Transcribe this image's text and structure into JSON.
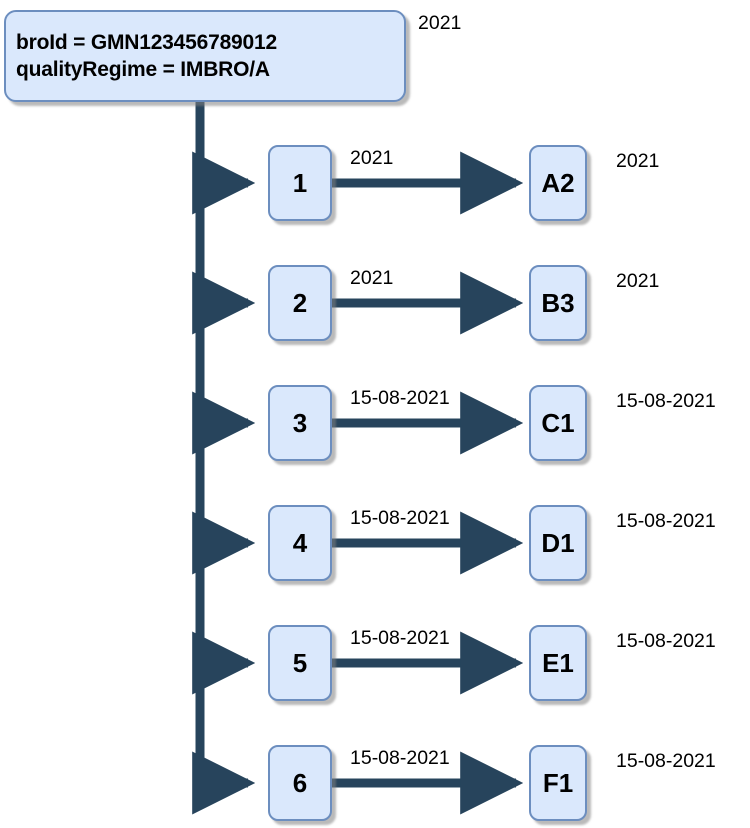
{
  "diagram": {
    "type": "tree-flow",
    "root": {
      "name": "root-node",
      "line1": "broId = GMN123456789012",
      "line2": "qualityRegime = IMBRO/A",
      "side_label": "2021"
    },
    "colors": {
      "node_fill": "#dae8fc",
      "node_border": "#6c8ebf",
      "connector": "#27445c",
      "shadow": "#828282",
      "text": "#000000",
      "background": "#ffffff"
    },
    "rows": [
      {
        "left_label": "1",
        "right_label": "A2",
        "edge_label": "2021",
        "side_label": "2021"
      },
      {
        "left_label": "2",
        "right_label": "B3",
        "edge_label": "2021",
        "side_label": "2021"
      },
      {
        "left_label": "3",
        "right_label": "C1",
        "edge_label": "15-08-2021",
        "side_label": "15-08-2021"
      },
      {
        "left_label": "4",
        "right_label": "D1",
        "edge_label": "15-08-2021",
        "side_label": "15-08-2021"
      },
      {
        "left_label": "5",
        "right_label": "E1",
        "edge_label": "15-08-2021",
        "side_label": "15-08-2021"
      },
      {
        "left_label": "6",
        "right_label": "F1",
        "edge_label": "15-08-2021",
        "side_label": "15-08-2021"
      }
    ]
  }
}
